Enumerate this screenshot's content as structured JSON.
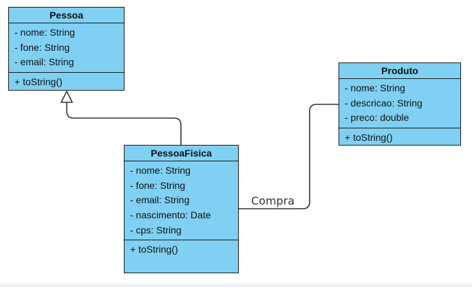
{
  "classes": {
    "pessoa": {
      "name": "Pessoa",
      "attributes": [
        "- nome: String",
        "- fone: String",
        "- email: String"
      ],
      "methods": [
        "+ toString()"
      ]
    },
    "produto": {
      "name": "Produto",
      "attributes": [
        "- nome: String",
        "- descricao: String",
        "- preco: double"
      ],
      "methods": [
        "+ toString()"
      ]
    },
    "pessoa_fisica": {
      "name": "PessoaFisica",
      "attributes": [
        "- nome: String",
        "- fone: String",
        "- email: String",
        "- nascimento: Date",
        "- cps: String"
      ],
      "methods": [
        "+ toString()"
      ]
    }
  },
  "relations": {
    "inheritance": {
      "from": "PessoaFisica",
      "to": "Pessoa"
    },
    "association": {
      "from": "PessoaFisica",
      "to": "Produto",
      "label": "Compra"
    }
  },
  "colors": {
    "class_fill": "#7fd0f2",
    "border": "#1a1a1a",
    "connector": "#333333"
  }
}
